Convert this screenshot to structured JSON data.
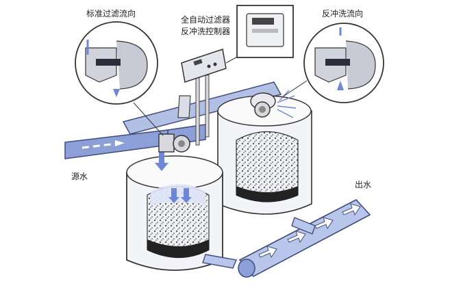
{
  "labels": {
    "standard_flow": "标准过滤流向",
    "controller_line1": "全自动过滤器",
    "controller_line2": "反冲洗控制器",
    "backwash_flow": "反冲洗流向",
    "source_water": "源水",
    "outlet_water": "出水"
  },
  "colors": {
    "pipe_blue": "#8c9fd6",
    "pipe_stroke": "#3f4b7a",
    "ink": "#222222",
    "media": "#c9ccd6",
    "flow_arrow": "#6e86d4"
  }
}
